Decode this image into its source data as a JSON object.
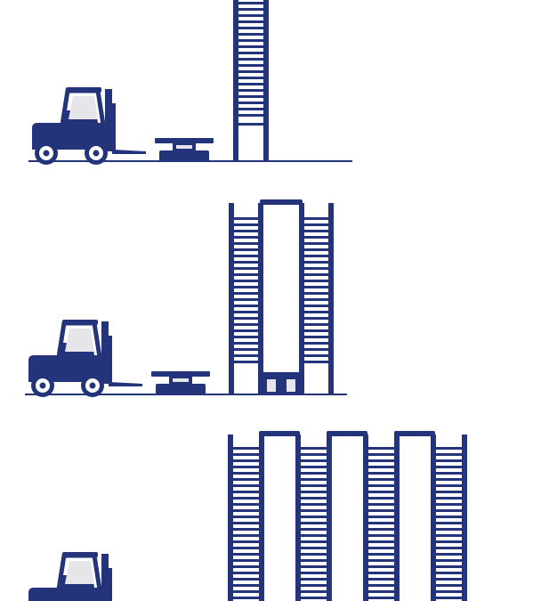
{
  "colors": {
    "primary": "#24347a",
    "shelf": "#c7cbd8",
    "cab_glass": "#e6e6ea",
    "background": "#ffffff"
  },
  "scenes": [
    {
      "name": "single-tower-scene",
      "items": [
        "forklift-icon",
        "pallet-icon",
        "storage-tower-icon"
      ],
      "tower_count": 1,
      "towers_shown": "partial-top-cropped"
    },
    {
      "name": "double-tower-scene",
      "items": [
        "forklift-icon",
        "pallet-icon",
        "storage-tower-icon"
      ],
      "tower_count": 2
    },
    {
      "name": "multi-tower-scene",
      "items": [
        "forklift-icon",
        "storage-tower-icon"
      ],
      "tower_count": 4
    }
  ]
}
